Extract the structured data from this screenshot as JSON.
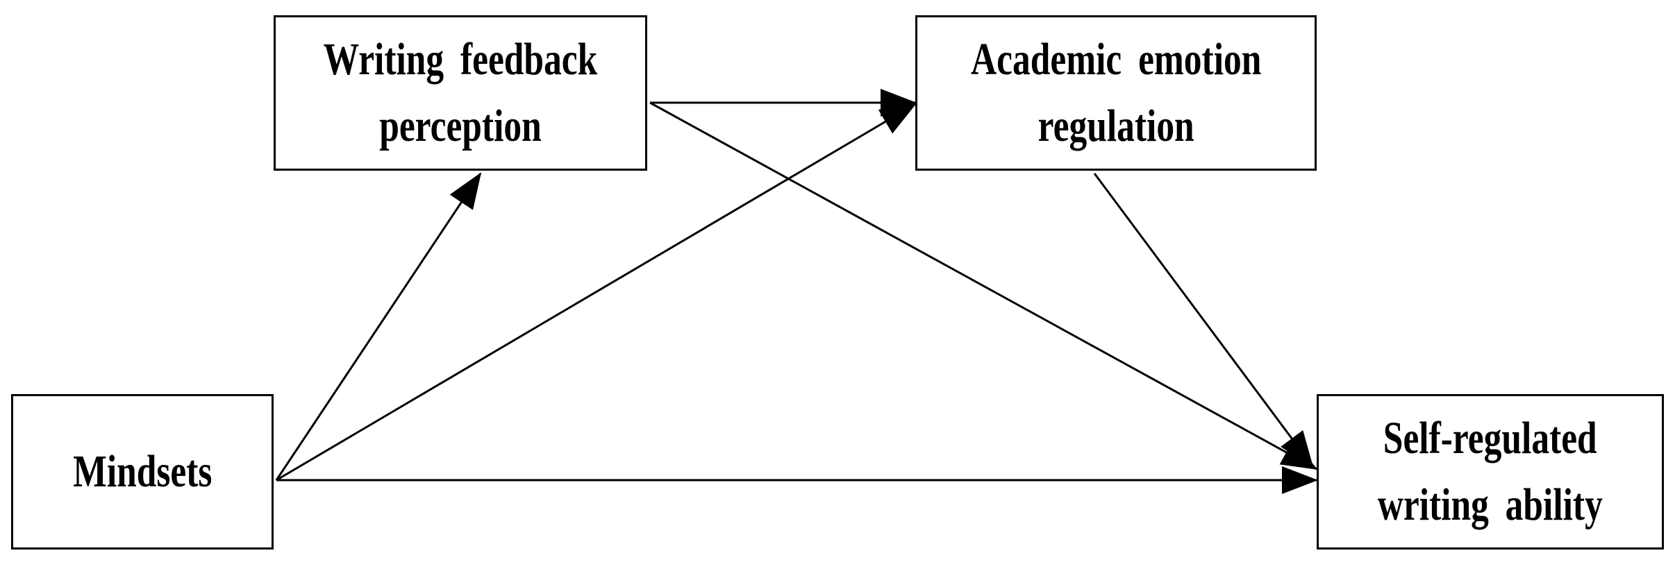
{
  "diagram": {
    "nodes": {
      "feedback": {
        "label": "Writing feedback\nperception"
      },
      "emotion": {
        "label": "Academic emotion\nregulation"
      },
      "mindsets": {
        "label": "Mindsets"
      },
      "srwa": {
        "label": "Self-regulated\nwriting ability"
      }
    },
    "edges": [
      {
        "from": "mindsets",
        "to": "feedback"
      },
      {
        "from": "mindsets",
        "to": "emotion"
      },
      {
        "from": "mindsets",
        "to": "srwa"
      },
      {
        "from": "feedback",
        "to": "emotion"
      },
      {
        "from": "feedback",
        "to": "srwa"
      },
      {
        "from": "emotion",
        "to": "srwa"
      }
    ],
    "colors": {
      "line": "#000000",
      "box_border": "#000000",
      "background": "#ffffff"
    }
  }
}
